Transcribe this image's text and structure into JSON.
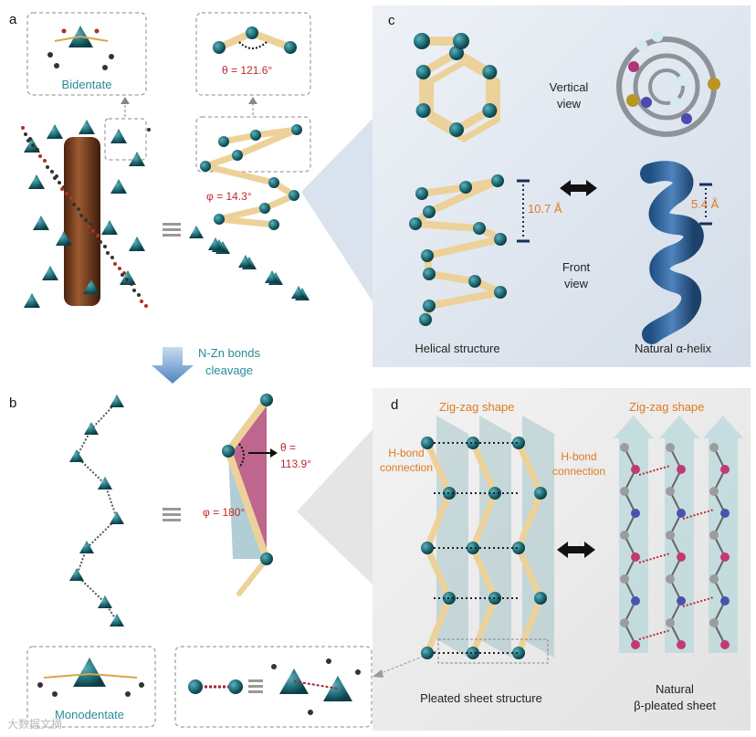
{
  "panels": {
    "a": {
      "letter": "a",
      "coordination_label": "Bidentate",
      "theta": "θ = 121.6°",
      "phi": "φ = 14.3°",
      "equiv": "≡"
    },
    "arrow_between": {
      "line1": "N-Zn bonds",
      "line2": "cleavage"
    },
    "b": {
      "letter": "b",
      "coordination_label": "Monodentate",
      "theta_line1": "θ =",
      "theta_line2": "113.9°",
      "phi": "φ = 180°",
      "equiv": "≡"
    },
    "c": {
      "letter": "c",
      "vertical_view": [
        "Vertical",
        "view"
      ],
      "front_view": [
        "Front",
        "view"
      ],
      "pitch_left": "10.7 Å",
      "pitch_right": "5.4 Å",
      "caption_left": "Helical structure",
      "caption_right": "Natural α-helix"
    },
    "d": {
      "letter": "d",
      "shape_left": "Zig-zag shape",
      "shape_right": "Zig-zag shape",
      "hbond_left": [
        "H-bond",
        "connection"
      ],
      "hbond_right": [
        "H-bond",
        "connection"
      ],
      "caption_left": "Pleated sheet structure",
      "caption_right": [
        "Natural",
        "β-pleated sheet"
      ]
    }
  },
  "watermark": "大数据文摘",
  "colors": {
    "teal_atom": "#1f6f7a",
    "rod": "#ecd29a",
    "label_teal": "#2b8a99",
    "label_red": "#c0282d",
    "label_orange": "#e07a22",
    "panel_bg": "#dfe6ef",
    "helix_blue": "#3b6aa3"
  }
}
